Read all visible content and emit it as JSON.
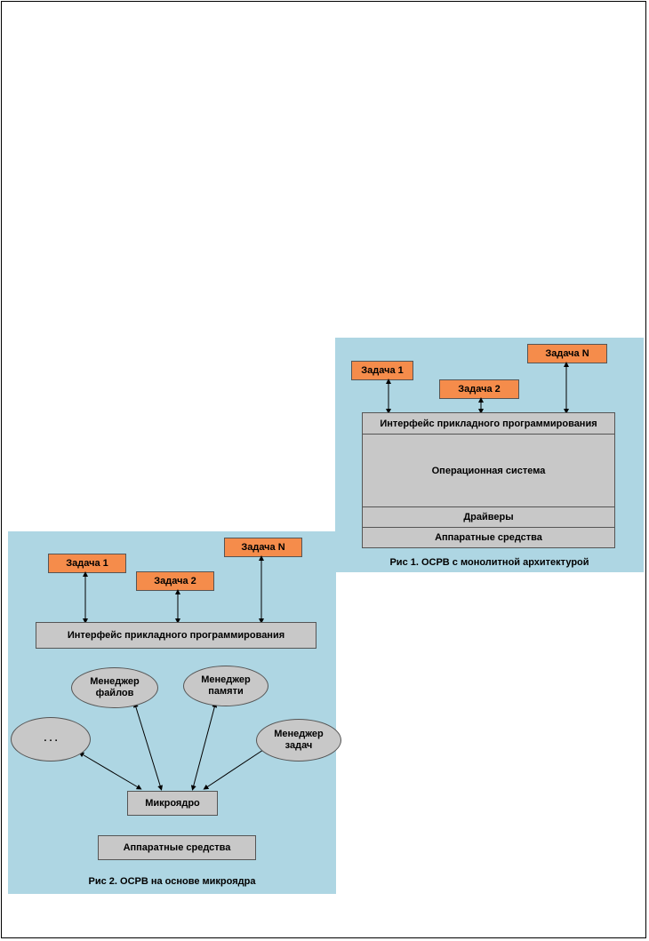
{
  "fig1": {
    "task1": "Задача 1",
    "task2": "Задача 2",
    "taskN": "Задача N",
    "api": "Интерфейс прикладного программирования",
    "os": "Операционная система",
    "drivers": "Драйверы",
    "hardware": "Аппаратные средства",
    "caption": "Рис 1.  ОСРВ с монолитной архитектурой"
  },
  "fig2": {
    "task1": "Задача 1",
    "task2": "Задача 2",
    "taskN": "Задача N",
    "api": "Интерфейс прикладного программирования",
    "file_manager": [
      "Менеджер",
      "файлов"
    ],
    "memory_manager": [
      "Менеджер",
      "памяти"
    ],
    "task_manager": [
      "Менеджер",
      "задач"
    ],
    "ellipsis": ". . .",
    "microkernel": "Микроядро",
    "hardware": "Аппаратные средства",
    "caption": "Рис 2. ОСРВ на основе микроядра"
  },
  "colors": {
    "panel": "#aed6e3",
    "task": "#f58c4b",
    "block": "#c8c8c8"
  }
}
